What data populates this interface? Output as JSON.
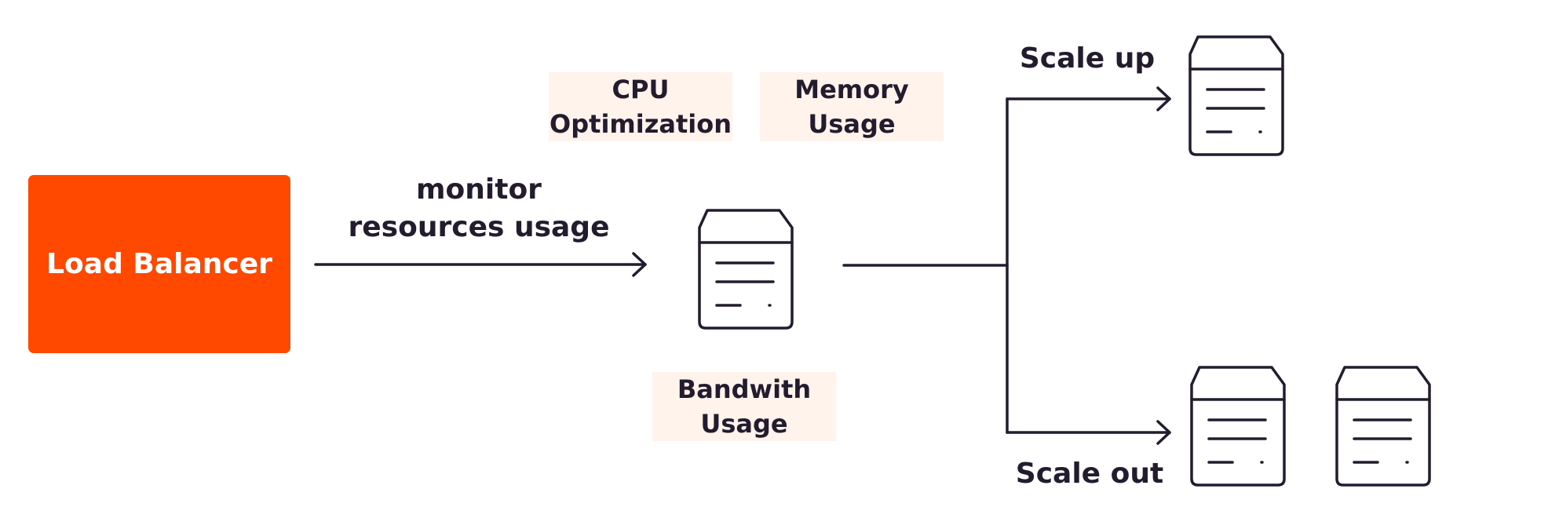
{
  "colors": {
    "load_balancer": "#ff4800",
    "tag_background": "#fff3ec",
    "ink": "#231b2e"
  },
  "load_balancer": {
    "label": "Load Balancer"
  },
  "monitor_caption": {
    "line1": "monitor",
    "line2": "resources usage"
  },
  "tags": {
    "cpu": {
      "line1": "CPU",
      "line2": "Optimization"
    },
    "memory": {
      "line1": "Memory",
      "line2": "Usage"
    },
    "bandwidth": {
      "line1": "Bandwith",
      "line2": "Usage"
    }
  },
  "scale_up": {
    "label": "Scale up"
  },
  "scale_out": {
    "label": "Scale out"
  },
  "icons": [
    "server-icon"
  ]
}
